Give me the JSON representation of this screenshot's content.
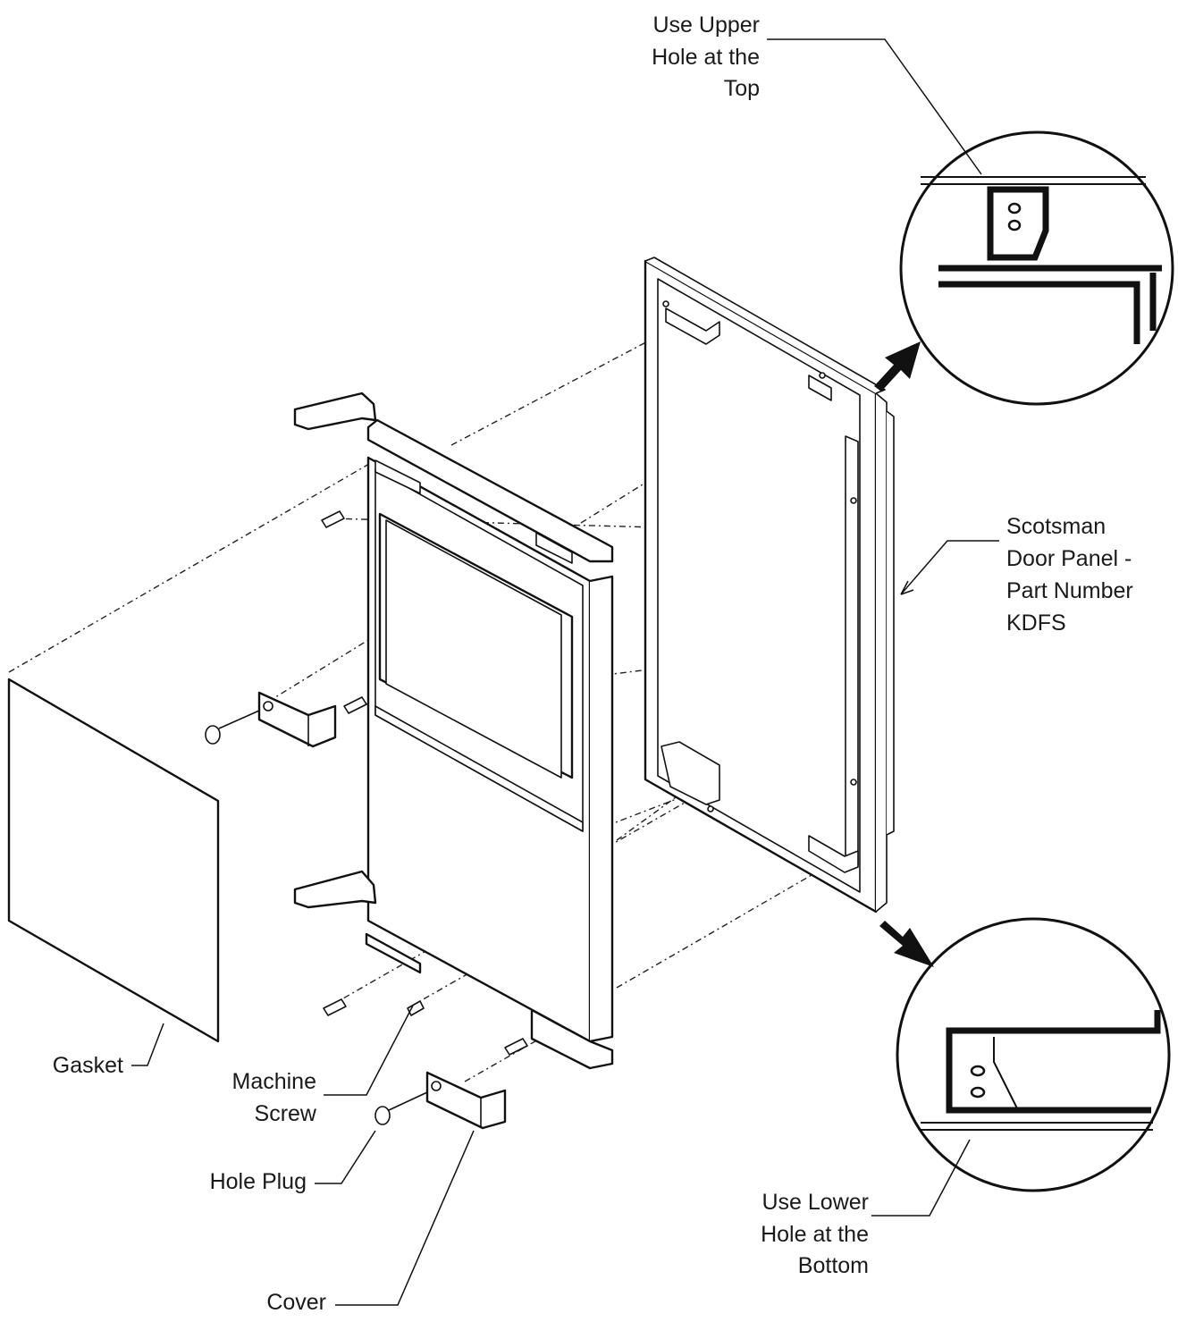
{
  "labels": {
    "upper_hole": [
      "Use Upper",
      "Hole at the",
      "Top"
    ],
    "door_panel": [
      "Scotsman",
      "Door Panel -",
      "Part Number",
      "KDFS"
    ],
    "lower_hole": [
      "Use Lower",
      "Hole at the",
      "Bottom"
    ],
    "gasket": "Gasket",
    "machine_screw": [
      "Machine",
      "Screw"
    ],
    "hole_plug": "Hole Plug",
    "cover": "Cover"
  },
  "colors": {
    "ink": "#111111",
    "background": "#ffffff"
  }
}
